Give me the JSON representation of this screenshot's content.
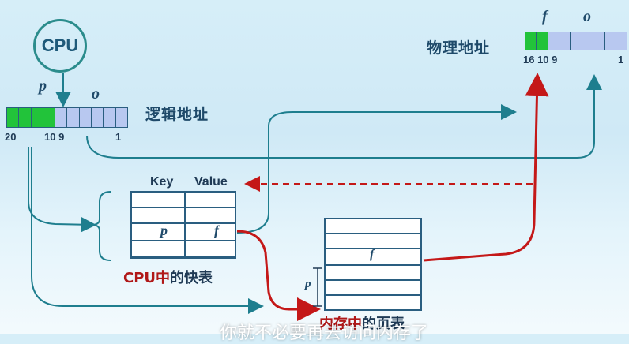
{
  "cpu": {
    "label": "CPU"
  },
  "logical": {
    "title": "逻辑地址",
    "p_label": "p",
    "o_label": "o",
    "num_left": "20",
    "num_mid": "10 9",
    "num_right": "1",
    "green_bits": 4,
    "blue_bits": 6
  },
  "physical": {
    "title": "物理地址",
    "f_label": "f",
    "o_label": "o",
    "num_left": "16 10 9",
    "num_right": "1",
    "green_bits": 2,
    "blue_bits": 7
  },
  "tlb": {
    "key_header": "Key",
    "value_header": "Value",
    "row_p": "p",
    "row_f": "f",
    "caption_red": "CPU中",
    "caption_dark": "的快表"
  },
  "page_table": {
    "row_f": "f",
    "side_p": "p",
    "caption_red": "内存中",
    "caption_dark": "的页表"
  },
  "subtitle": "你就不必要再去访问内存了"
}
